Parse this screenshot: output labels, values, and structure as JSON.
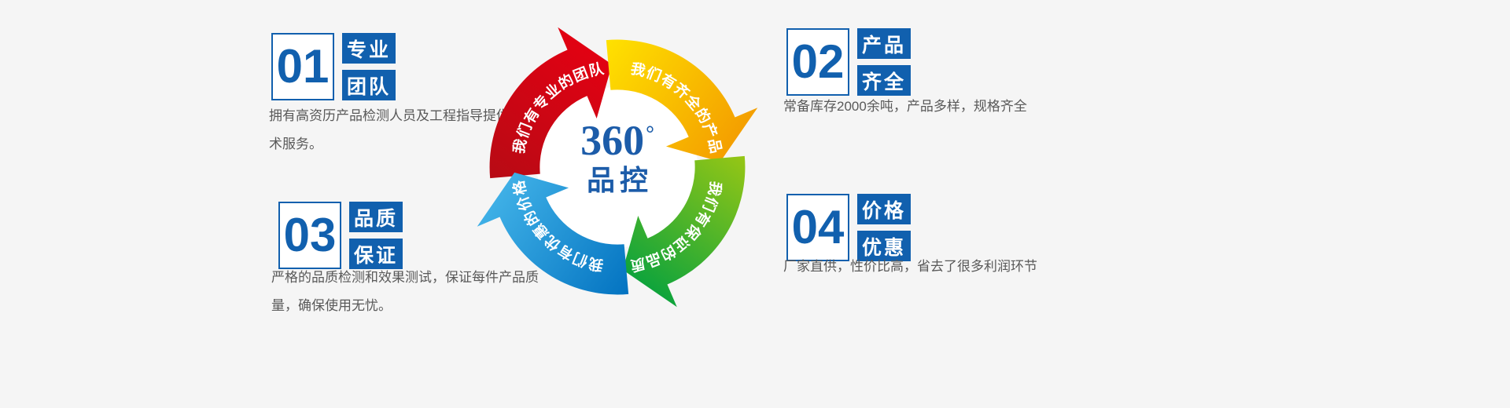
{
  "page": {
    "background": "#f5f5f5"
  },
  "colors": {
    "accent_blue": "#1160ae",
    "center_text_blue": "#1c5ca9",
    "text_gray": "#595959",
    "arrow_red": "#d7000f",
    "arrow_orange": "#f39800",
    "arrow_green": "#00a040",
    "arrow_blue": "#2ea7e0",
    "background": "#f5f5f5"
  },
  "center": {
    "value": "360",
    "degree": "°",
    "label": "品控"
  },
  "arrows": [
    {
      "id": "team",
      "label": "我们有专业的团队"
    },
    {
      "id": "products",
      "label": "我们有齐全的产品"
    },
    {
      "id": "quality",
      "label": "我们有保证的品质"
    },
    {
      "id": "price",
      "label": "我们有优惠的价格"
    }
  ],
  "sections": [
    {
      "number": "01",
      "labels": [
        "专业",
        "团队"
      ],
      "desc": "拥有高资历产品检测人员及工程指导提供技术服务。"
    },
    {
      "number": "02",
      "labels": [
        "产品",
        "齐全"
      ],
      "desc": "常备库存2000余吨，产品多样，规格齐全"
    },
    {
      "number": "03",
      "labels": [
        "品质",
        "保证"
      ],
      "desc": "严格的品质检测和效果测试，保证每件产品质量，确保使用无忧。"
    },
    {
      "number": "04",
      "labels": [
        "价格",
        "优惠"
      ],
      "desc": "厂家直供，性价比高，省去了很多利润环节"
    }
  ]
}
